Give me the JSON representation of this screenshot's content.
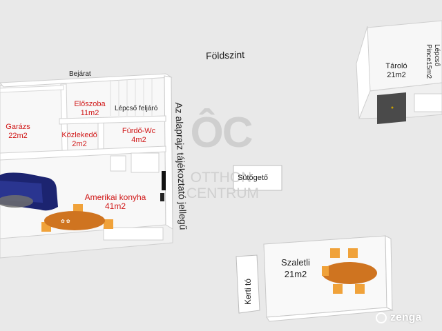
{
  "plan": {
    "floor_title": "Földszint",
    "entrance": "Bejárat",
    "rooms": {
      "garage": {
        "name": "Garázs",
        "area": "22m2"
      },
      "hall": {
        "name": "Előszoba",
        "area": "11m2"
      },
      "stairs": "Lépcső feljáró",
      "corridor": {
        "name": "Közlekedő",
        "area": "2m2"
      },
      "bathroom": {
        "name": "Fürdő-Wc",
        "area": "4m2"
      },
      "kitchen": {
        "name": "Amerikai konyha",
        "area": "41m2"
      },
      "storage": {
        "name": "Tároló",
        "area": "21m2"
      },
      "cellar": "Lépcső Pince15m2",
      "bbq": "Sütőgető",
      "gazebo": {
        "name": "Szaletli",
        "area": "21m2"
      },
      "pond": "Kerti tó"
    },
    "disclaimer": "Az alaprajz tájékoztató jellegű"
  },
  "watermark": {
    "monogram": "ÔC",
    "line1": "OTTHON",
    "line2": "CENTRUM"
  },
  "branding": {
    "logo_text": "zenga"
  },
  "colors": {
    "room_label": "#d01818",
    "sofa": "#1c2470",
    "table": "#cf7420",
    "chair": "#f0a23a",
    "background": "#e9e9e9"
  }
}
